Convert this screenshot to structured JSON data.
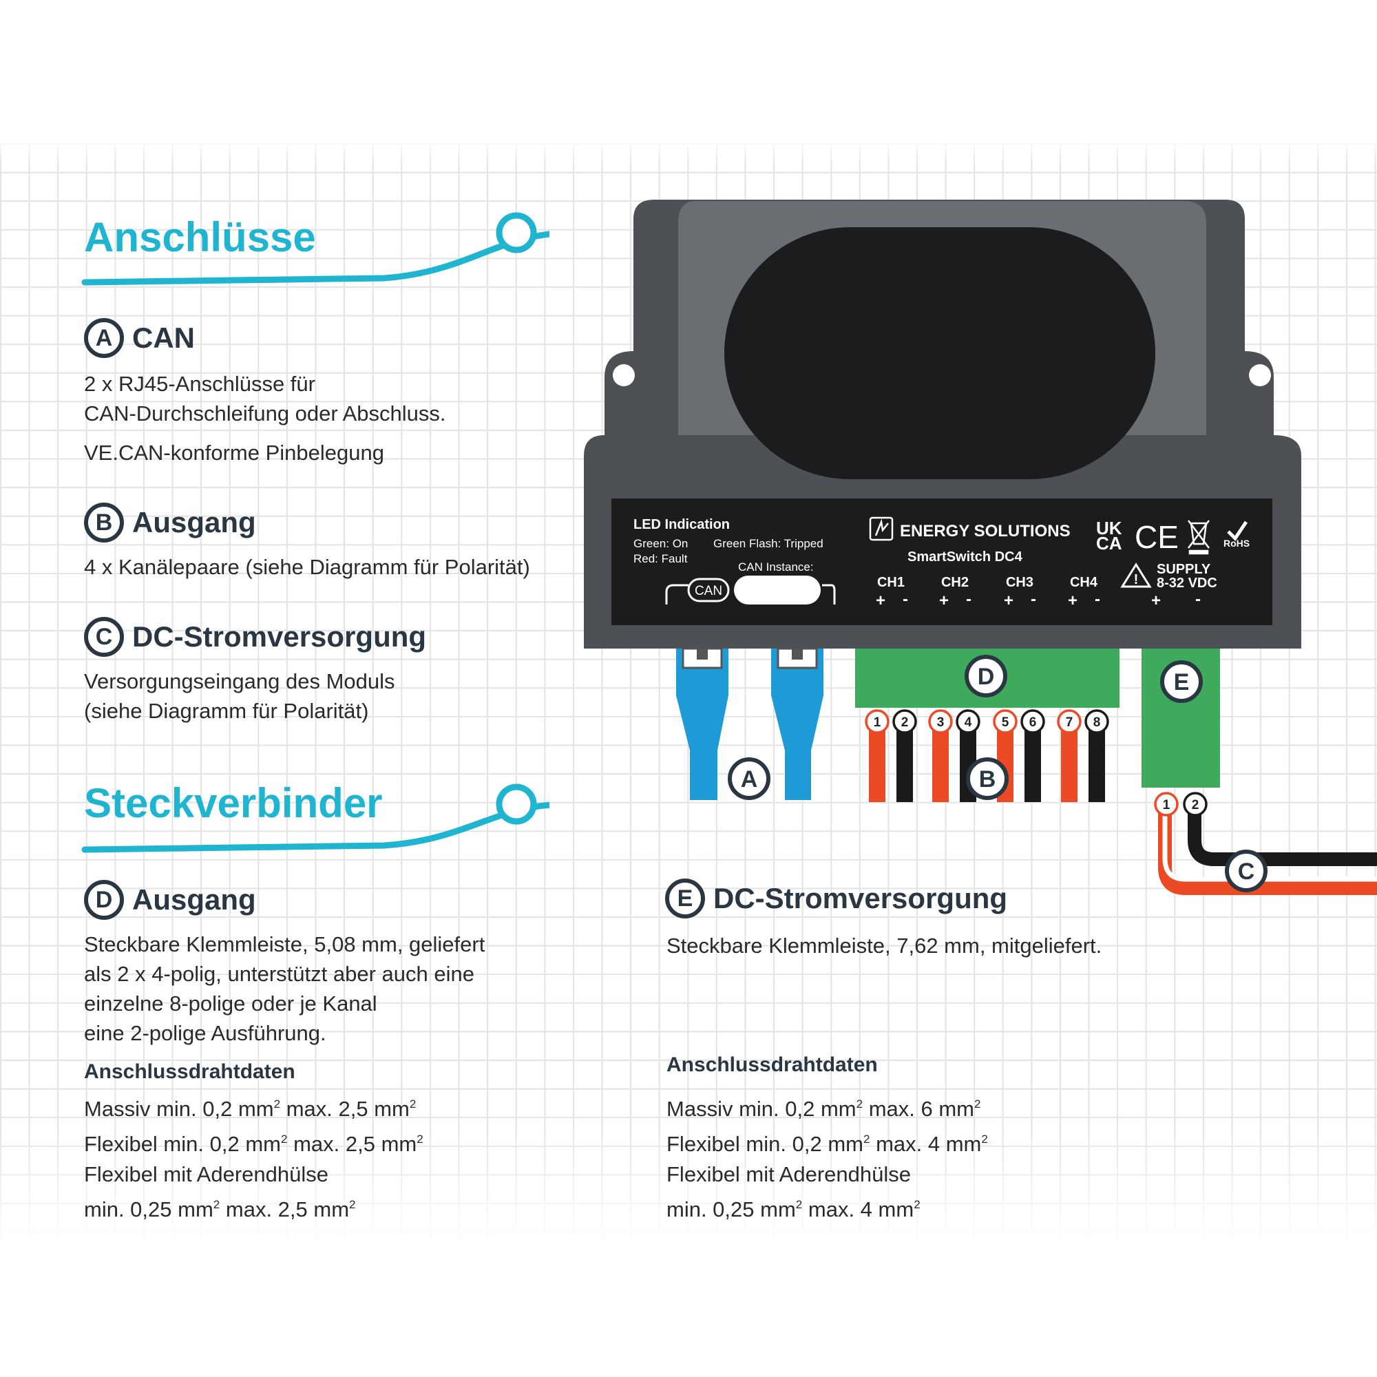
{
  "anschluesse": {
    "title": "Anschlüsse",
    "a": {
      "letter": "A",
      "label": "CAN",
      "lines": [
        "2 x RJ45-Anschlüsse für",
        "CAN-Durchschleifung oder Abschluss."
      ],
      "line3": "VE.CAN-konforme Pinbelegung"
    },
    "b": {
      "letter": "B",
      "label": "Ausgang",
      "lines": [
        "4 x Kanälepaare (siehe Diagramm für Polarität)"
      ]
    },
    "c": {
      "letter": "C",
      "label": "DC-Stromversorgung",
      "lines": [
        "Versorgungseingang des Moduls",
        "(siehe Diagramm für Polarität)"
      ]
    }
  },
  "steckverbinder": {
    "title": "Steckverbinder",
    "d": {
      "letter": "D",
      "label": "Ausgang",
      "lines": [
        "Steckbare Klemmleiste, 5,08 mm, geliefert",
        "als 2 x 4-polig, unterstützt aber auch eine",
        "einzelne 8-polige oder je Kanal",
        "eine 2-polige Ausführung."
      ],
      "wire_title": "Anschlussdrahtdaten",
      "wire": [
        "Massiv min. 0,2 mm",
        "max. 2,5 mm",
        "Flexibel min. 0,2 mm",
        "max. 2,5 mm",
        "Flexibel mit Aderendhülse",
        "min. 0,25 mm",
        "max. 2,5 mm"
      ],
      "sup": "2"
    },
    "e": {
      "letter": "E",
      "label": "DC-Stromversorgung",
      "lines": [
        "Steckbare Klemmleiste, 7,62 mm, mitgeliefert."
      ],
      "wire_title": "Anschlussdrahtdaten",
      "wire": [
        "Massiv min. 0,2 mm",
        "max. 6 mm",
        "Flexibel min. 0,2 mm",
        "max. 4 mm",
        "Flexibel mit Aderendhülse",
        "min. 0,25 mm",
        "max. 4 mm"
      ],
      "sup": "2"
    }
  },
  "device": {
    "led_title": "LED Indication",
    "led_green": "Green: On",
    "led_flash": "Green Flash: Tripped",
    "led_red": "Red: Fault",
    "can_instance": "CAN Instance:",
    "can": "CAN",
    "brand": "ENERGY SOLUTIONS",
    "model": "SmartSwitch DC4",
    "cert_ukca_top": "UK",
    "cert_ukca_bottom": "CA",
    "cert_ce": "CE",
    "cert_rohs": "RoHS",
    "supply": "SUPPLY",
    "supply_range": "8-32 VDC",
    "channels": [
      "CH1",
      "CH2",
      "CH3",
      "CH4"
    ],
    "plus": "+",
    "minus": "-",
    "pins_d": [
      "1",
      "2",
      "3",
      "4",
      "5",
      "6",
      "7",
      "8"
    ],
    "pins_e": [
      "1",
      "2"
    ],
    "callouts": {
      "a": "A",
      "b": "B",
      "c": "C",
      "d": "D",
      "e": "E"
    }
  },
  "colors": {
    "accent": "#1fb4d0",
    "housing": "#5c5f64",
    "label_plate": "#1c1c1c",
    "connector_green": "#3daa5c",
    "rj45_blue": "#1e9ad6",
    "wire_red": "#ec4a25",
    "wire_black": "#1a1a1a"
  }
}
